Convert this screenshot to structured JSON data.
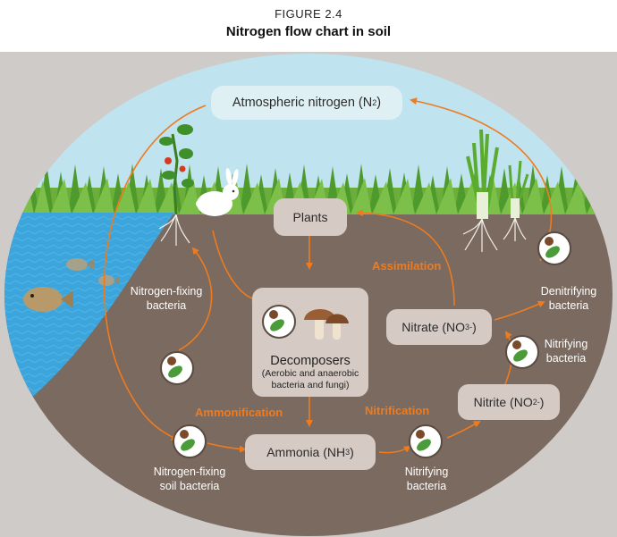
{
  "figure": {
    "label": "FIGURE 2.4",
    "title": "Nitrogen flow chart in soil"
  },
  "nodes": {
    "atmospheric": {
      "text": "Atmospheric nitrogen (N",
      "sub": "2",
      "close": ")"
    },
    "plants": {
      "text": "Plants"
    },
    "decomposers": {
      "title": "Decomposers",
      "line1": "(Aerobic and anaerobic",
      "line2": "bacteria and fungi)"
    },
    "ammonia": {
      "text": "Ammonia (NH",
      "sub": "3",
      "close": ")"
    },
    "nitrate": {
      "text": "Nitrate (NO",
      "sub": "3",
      "sup": "-",
      "close": ")"
    },
    "nitrite": {
      "text": "Nitrite (NO",
      "sub": "2",
      "sup": "-",
      "close": ")"
    }
  },
  "labels": {
    "nitrogen_fixing": {
      "line1": "Nitrogen-fixing",
      "line2": "bacteria"
    },
    "nitrogen_fixing_soil": {
      "line1": "Nitrogen-fixing",
      "line2": "soil bacteria"
    },
    "denitrifying": {
      "line1": "Denitrifying",
      "line2": "bacteria"
    },
    "nitrifying_right": {
      "line1": "Nitrifying",
      "line2": "bacteria"
    },
    "nitrifying_bottom": {
      "line1": "Nitrifying",
      "line2": "bacteria"
    }
  },
  "processes": {
    "assimilation": "Assimilation",
    "ammonification": "Ammonification",
    "nitrification": "Nitrification"
  },
  "colors": {
    "sky": "#bfe3ef",
    "soil": "#7a6a5f",
    "water": "#3ba5dc",
    "grass": "#6cae3a",
    "arrow": "#f07b1e",
    "node_box": "#d6cbc4",
    "atmos_box": "#dff0f4",
    "frame": "#cfcbc8"
  }
}
